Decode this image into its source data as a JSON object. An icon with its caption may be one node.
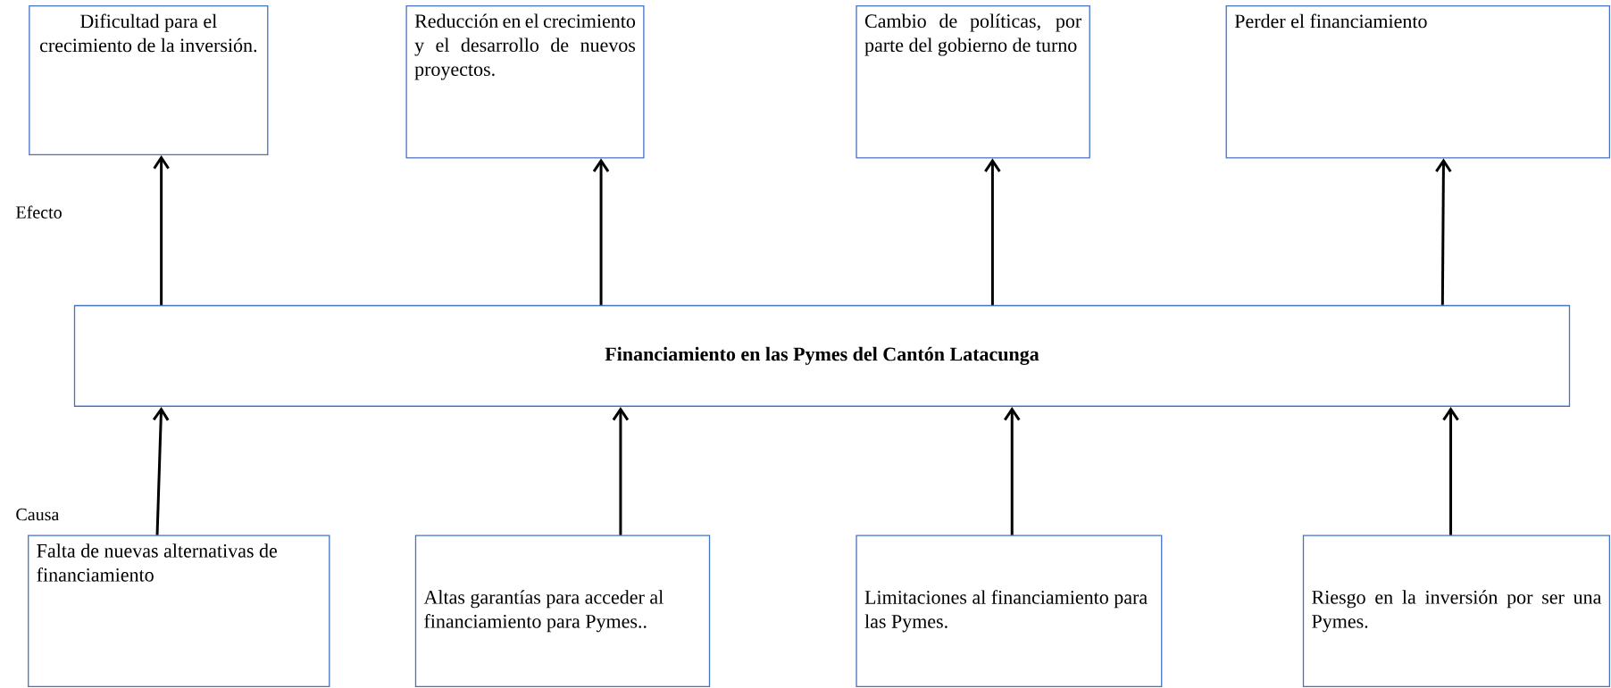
{
  "diagram": {
    "nodes": [
      {
        "text": [
          "Dificultad para el crecimiento de la inversión."
        ]
      },
      {
        "text": [
          "Reducción en el crecimiento y el desarrollo de nuevos proyectos."
        ]
      },
      {
        "text": [
          "Cambio de políticas, por parte del gobierno de turno"
        ]
      },
      {
        "text": [
          "Perder el financiamiento"
        ]
      },
      {
        "text": [
          "Financiamiento en las Pymes del Cantón Latacunga"
        ]
      },
      {
        "text": [
          "Falta de nuevas alternativas de financiamiento"
        ]
      },
      {
        "text": [
          "Altas garantías para acceder al financiamiento para Pymes.."
        ]
      },
      {
        "text": [
          "Limitaciones al financiamiento para las Pymes."
        ]
      },
      {
        "text": [
          "Riesgo en la inversión por ser una Pymes."
        ]
      }
    ],
    "edges": [
      {
        "from": 4,
        "to": 0,
        "arrow": "to"
      },
      {
        "from": 4,
        "to": 1,
        "arrow": "to"
      },
      {
        "from": 4,
        "to": 2,
        "arrow": "to"
      },
      {
        "from": 4,
        "to": 3,
        "arrow": "to"
      },
      {
        "from": 5,
        "to": 4,
        "arrow": "to"
      },
      {
        "from": 6,
        "to": 4,
        "arrow": "to"
      },
      {
        "from": 7,
        "to": 4,
        "arrow": "to"
      },
      {
        "from": 8,
        "to": 4,
        "arrow": "to"
      }
    ],
    "labels": [
      "Efecto",
      "Causa"
    ]
  }
}
